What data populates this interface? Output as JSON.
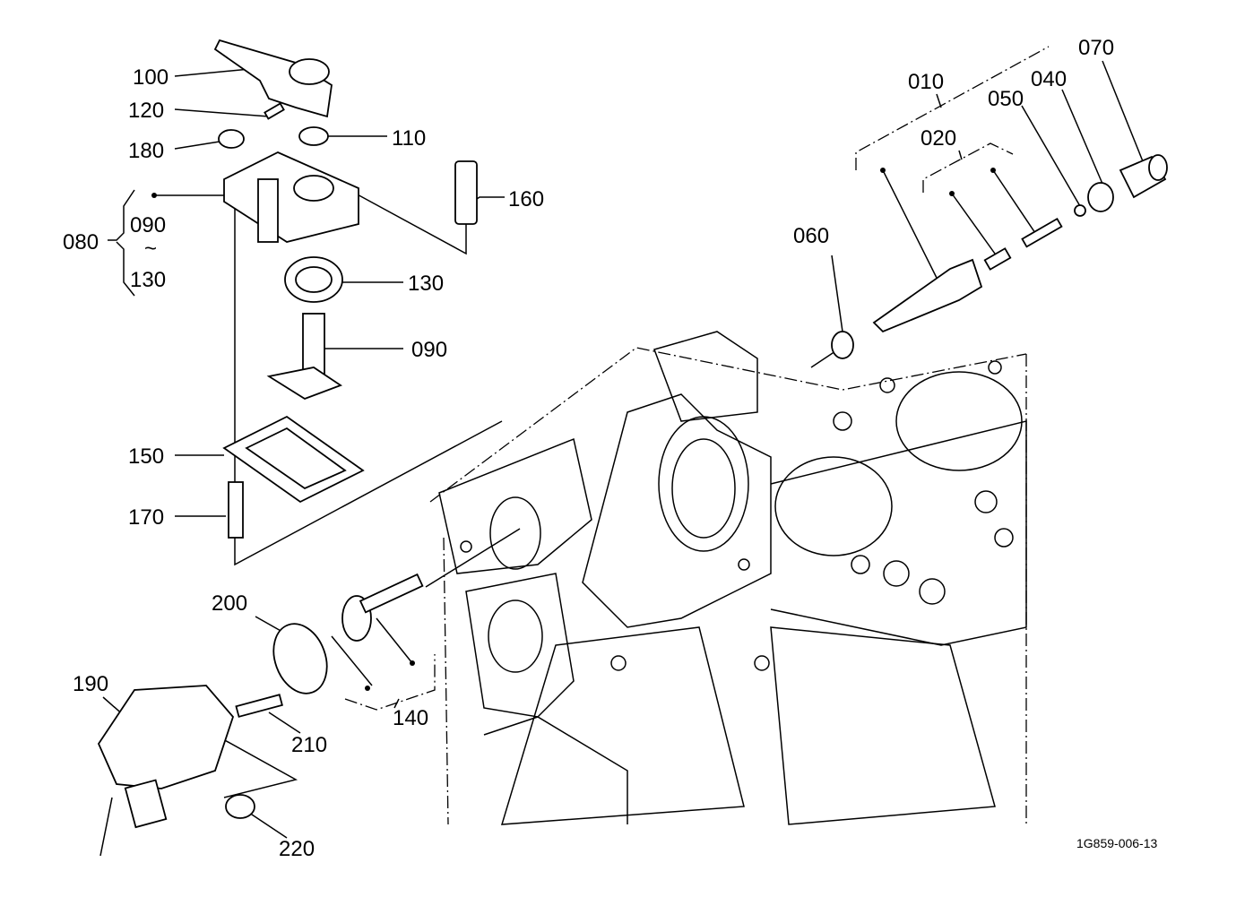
{
  "diagram_code": "1G859-006-13",
  "callouts": {
    "c100": "100",
    "c120": "120",
    "c180": "180",
    "c110": "110",
    "c160": "160",
    "c080": "080",
    "c090a": "090",
    "c_tilde": "~",
    "c130a": "130",
    "c130": "130",
    "c090": "090",
    "c150": "150",
    "c170": "170",
    "c200": "200",
    "c190": "190",
    "c210": "210",
    "c140": "140",
    "c220": "220",
    "c060": "060",
    "c010": "010",
    "c020": "020",
    "c050": "050",
    "c040": "040",
    "c070": "070"
  }
}
